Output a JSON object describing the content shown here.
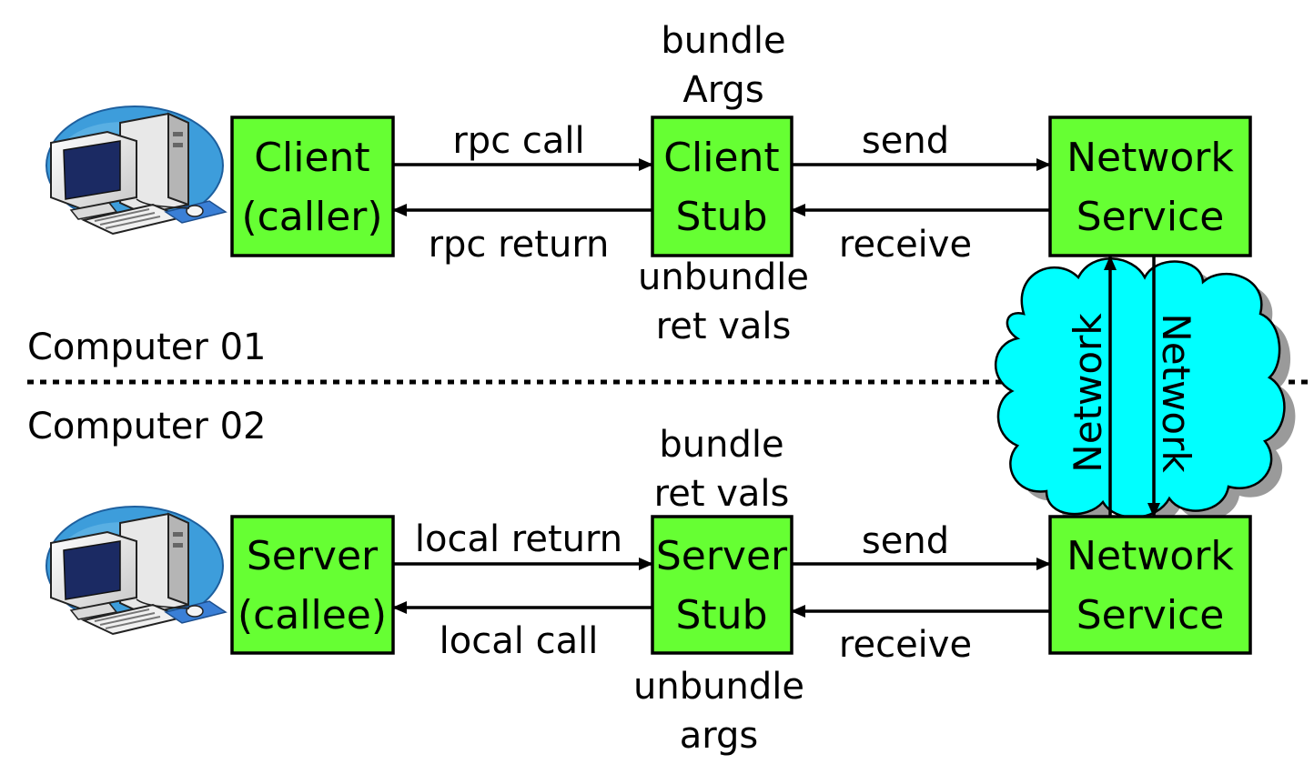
{
  "computer_labels": {
    "top": "Computer 01",
    "bottom": "Computer 02"
  },
  "client": {
    "app_line1": "Client",
    "app_line2": "(caller)",
    "stub_line1": "Client",
    "stub_line2": "Stub",
    "net_line1": "Network",
    "net_line2": "Service",
    "call_label": "rpc call",
    "return_label": "rpc return",
    "send_label": "send",
    "receive_label": "receive",
    "above_stub_line1": "bundle",
    "above_stub_line2": "Args",
    "below_stub_line1": "unbundle",
    "below_stub_line2": "ret vals"
  },
  "server": {
    "app_line1": "Server",
    "app_line2": "(callee)",
    "stub_line1": "Server",
    "stub_line2": "Stub",
    "net_line1": "Network",
    "net_line2": "Service",
    "return_label": "local return",
    "call_label": "local call",
    "send_label": "send",
    "receive_label": "receive",
    "above_stub_line1": "bundle",
    "above_stub_line2": "ret vals",
    "below_stub_line1": "unbundle",
    "below_stub_line2": "args"
  },
  "network": {
    "up_label": "Network",
    "down_label": "Network"
  },
  "colors": {
    "box_fill": "#66ff33",
    "cloud_fill": "#00ffff",
    "cloud_shadow": "#9a9a9a",
    "stroke": "#000000"
  },
  "icons": [
    "computer-icon"
  ]
}
